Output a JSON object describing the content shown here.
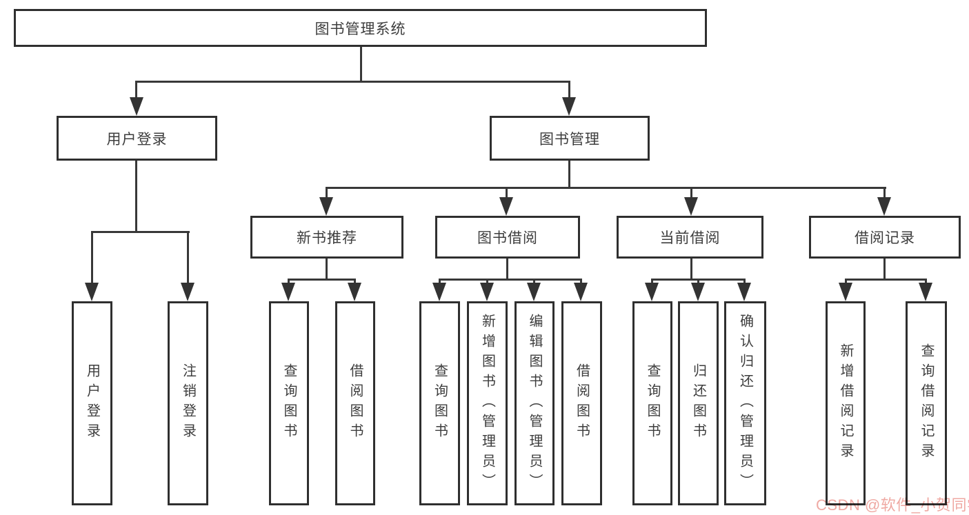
{
  "title": "图书管理系统",
  "nodes": {
    "user_login": "用户登录",
    "book_mgmt": "图书管理",
    "recommend": "新书推荐",
    "borrow": "图书借阅",
    "current": "当前借阅",
    "records": "借阅记录"
  },
  "leaves": {
    "user": [
      "用户登录",
      "注销登录"
    ],
    "recommend": [
      "查询图书",
      "借阅图书"
    ],
    "borrow": [
      "查询图书",
      "新增图书（管理员）",
      "编辑图书（管理员）",
      "借阅图书"
    ],
    "current": [
      "查询图书",
      "归还图书",
      "确认归还（管理员）"
    ],
    "records": [
      "新增借阅记录",
      "查询借阅记录"
    ]
  },
  "watermark": "CSDN @软件_小贺同学",
  "colors": {
    "line": "#383838",
    "border": "#2f2f2f",
    "text": "#3d3d3d",
    "watermark": "#efa9a3"
  }
}
